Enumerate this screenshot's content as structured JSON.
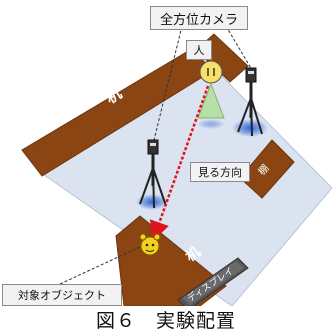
{
  "labels": {
    "camera": "全方位カメラ",
    "person": "人",
    "desk_top": "机",
    "shelf": "棚",
    "view_direction": "見る方向",
    "desk_bottom": "机",
    "display": "ディスプレイ",
    "target_object": "対象オブジェクト"
  },
  "caption": "図６　実験配置",
  "colors": {
    "floor": "#dbe3f0",
    "desk": "#8b4513",
    "arrow": "#e0141e",
    "person_head": "#f7e06a",
    "person_body": "#b9dfa8",
    "camera_glow": "#2a5fd6",
    "target": "#f2d21a"
  },
  "icons": [
    "omnidirectional-camera-icon",
    "tripod-icon",
    "person-icon",
    "target-object-icon"
  ]
}
